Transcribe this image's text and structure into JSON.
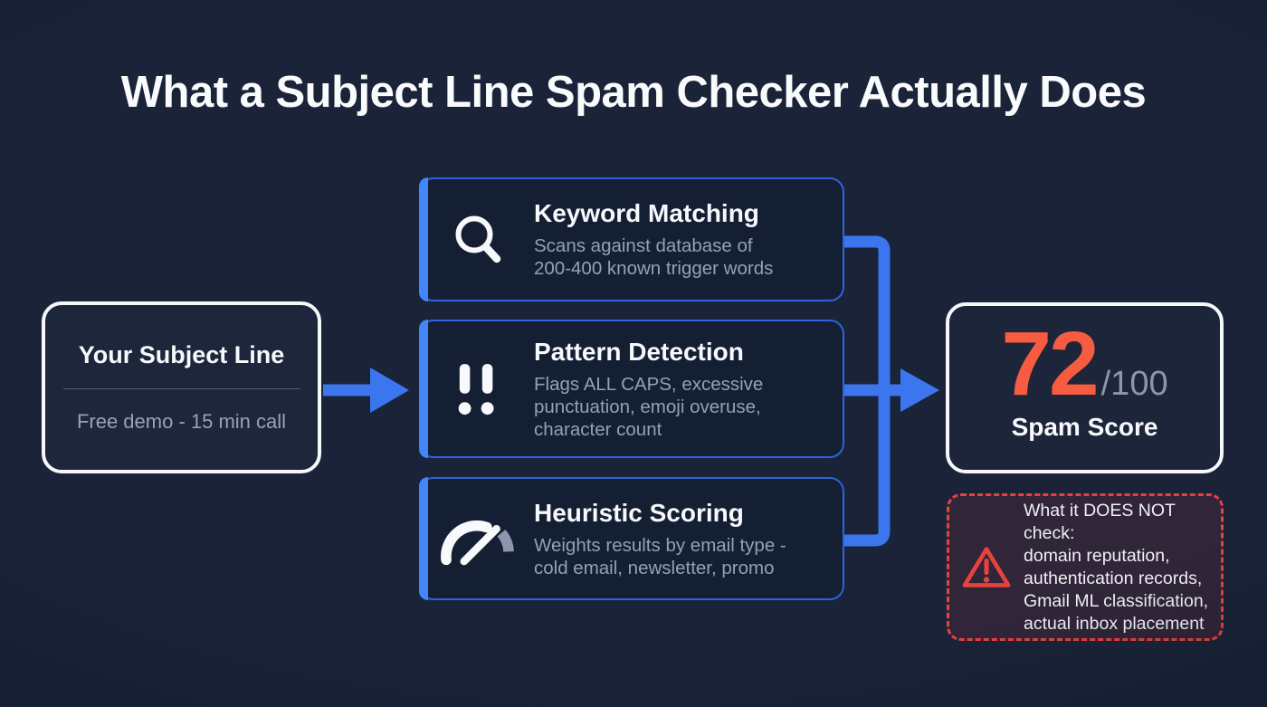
{
  "title": "What a Subject Line Spam Checker Actually Does",
  "input_box": {
    "title": "Your Subject Line",
    "example": "Free demo - 15 min call"
  },
  "steps": [
    {
      "icon": "magnifier-icon",
      "title": "Keyword Matching",
      "lines": [
        "Scans against database of",
        "200-400 known trigger words"
      ]
    },
    {
      "icon": "double-exclamation-icon",
      "title": "Pattern Detection",
      "lines": [
        "Flags ALL CAPS, excessive",
        "punctuation, emoji overuse,",
        "character count"
      ]
    },
    {
      "icon": "gauge-icon",
      "title": "Heuristic Scoring",
      "lines": [
        "Weights results by email type -",
        "cold email, newsletter, promo"
      ]
    }
  ],
  "result_box": {
    "score": "72",
    "out_of": "/100",
    "label": "Spam Score"
  },
  "warning_box": {
    "icon": "warning-triangle-icon",
    "lines": [
      "What it DOES NOT check:",
      "domain reputation,",
      "authentication records,",
      "Gmail ML classification,",
      "actual inbox placement"
    ]
  },
  "colors": {
    "background": "#1a2338",
    "connector_blue": "#3b76ee",
    "accent_blue_bright": "#4386f7",
    "step_border_blue": "#2d63dd",
    "score_orange": "#f75c41",
    "warning_red": "#e5433c",
    "muted_text": "#94a0b5",
    "text_white": "#f7f9fc"
  }
}
